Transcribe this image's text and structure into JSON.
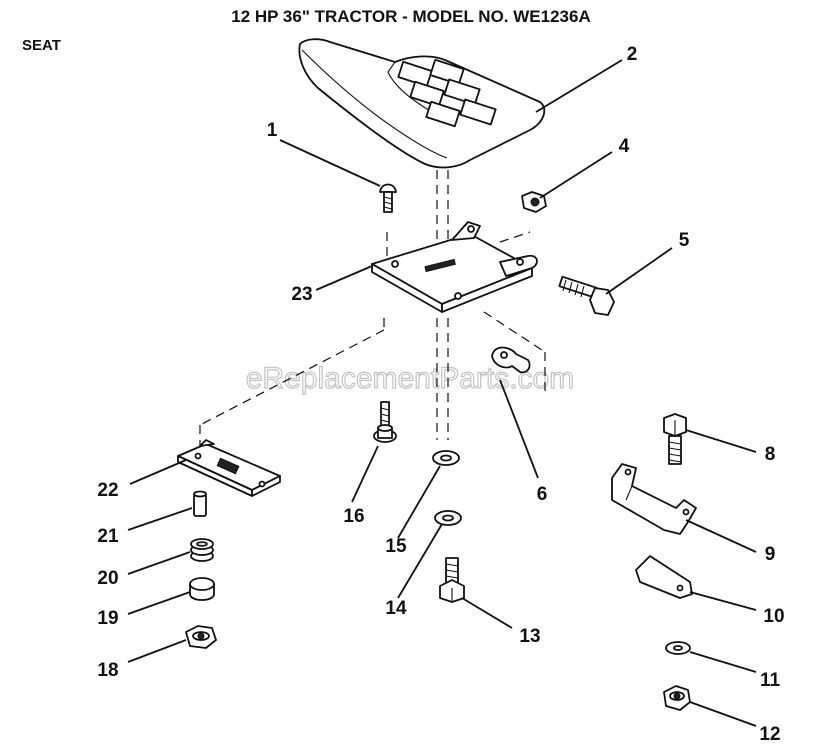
{
  "title": "12 HP 36\" TRACTOR - MODEL NO. WE1236A",
  "section": "SEAT",
  "watermark": "eReplacementParts.com",
  "callouts": [
    "1",
    "2",
    "4",
    "5",
    "23",
    "6",
    "8",
    "22",
    "16",
    "21",
    "15",
    "9",
    "20",
    "19",
    "14",
    "13",
    "10",
    "18",
    "11",
    "12"
  ]
}
